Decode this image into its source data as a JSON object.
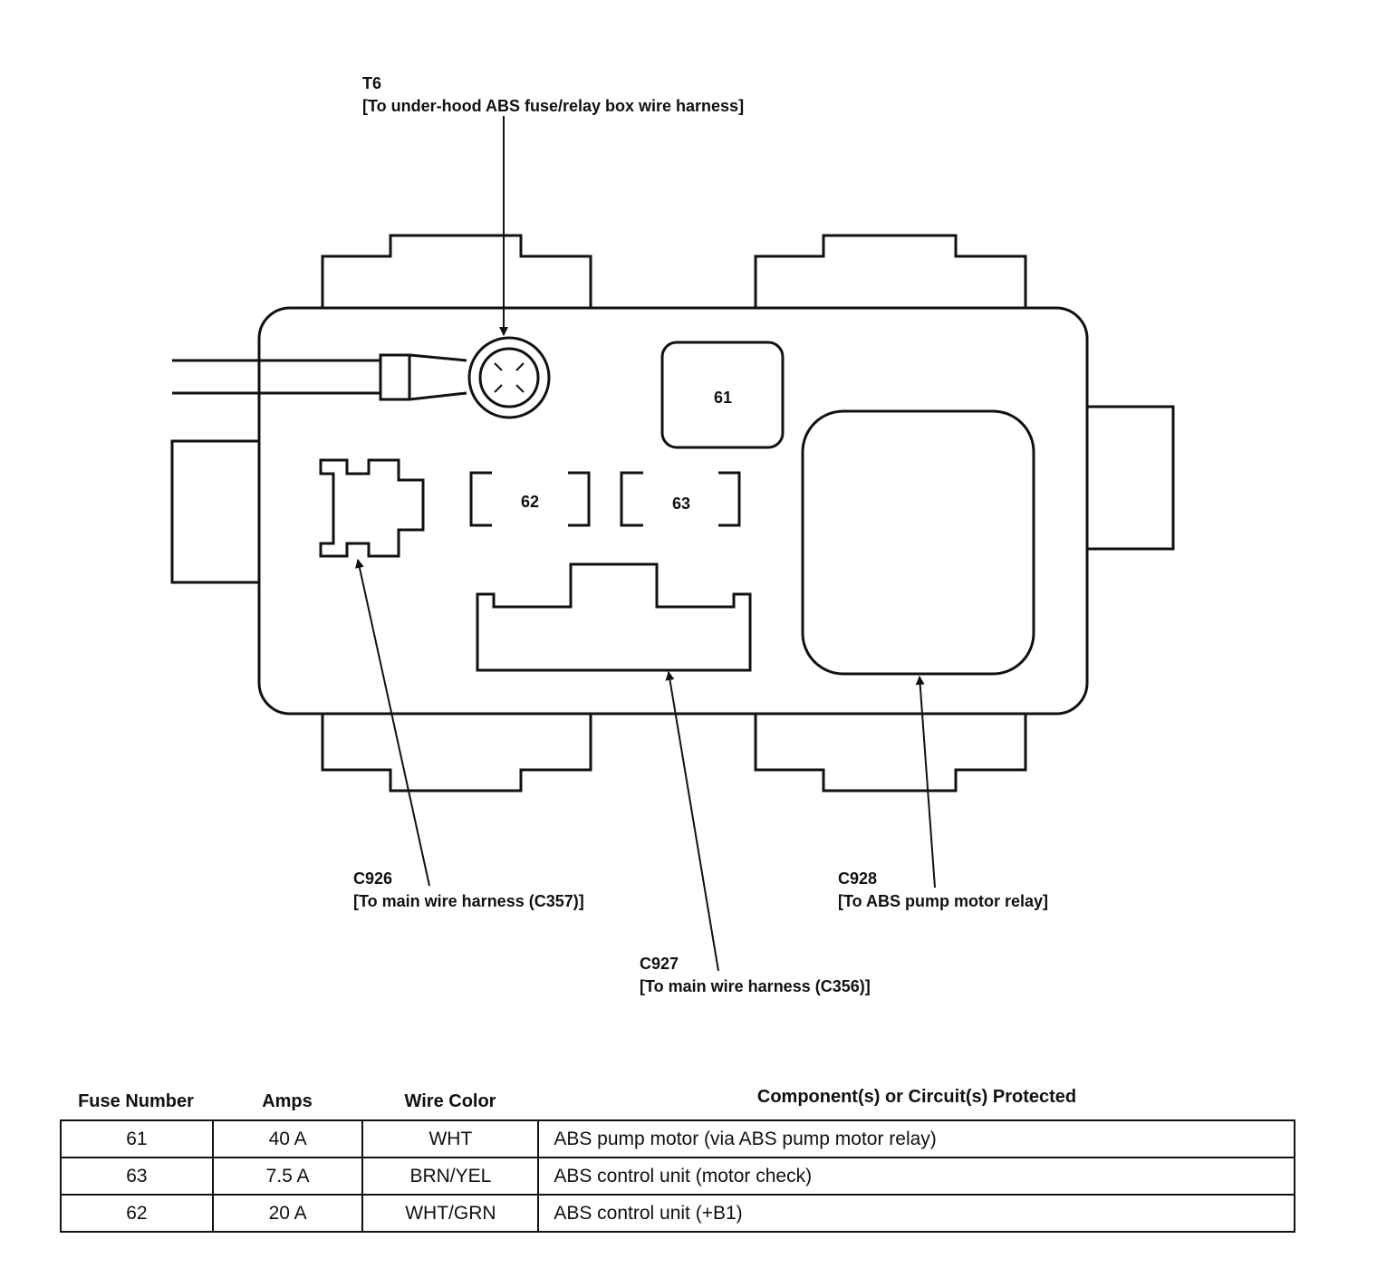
{
  "callouts": {
    "t6": {
      "id": "T6",
      "desc": "[To under-hood ABS fuse/relay box wire harness]"
    },
    "c926": {
      "id": "C926",
      "desc": "[To main wire harness (C357)]"
    },
    "c927": {
      "id": "C927",
      "desc": "[To main wire harness (C356)]"
    },
    "c928": {
      "id": "C928",
      "desc": "[To ABS pump motor relay]"
    }
  },
  "fuse_labels": {
    "f61": "61",
    "f62": "62",
    "f63": "63"
  },
  "table": {
    "headers": [
      "Fuse Number",
      "Amps",
      "Wire Color",
      "Component(s) or Circuit(s) Protected"
    ],
    "rows": [
      [
        "61",
        "40 A",
        "WHT",
        "ABS pump motor (via ABS pump motor relay)"
      ],
      [
        "63",
        "7.5 A",
        "BRN/YEL",
        "ABS control unit (motor check)"
      ],
      [
        "62",
        "20 A",
        "WHT/GRN",
        "ABS control unit (+B1)"
      ]
    ]
  }
}
